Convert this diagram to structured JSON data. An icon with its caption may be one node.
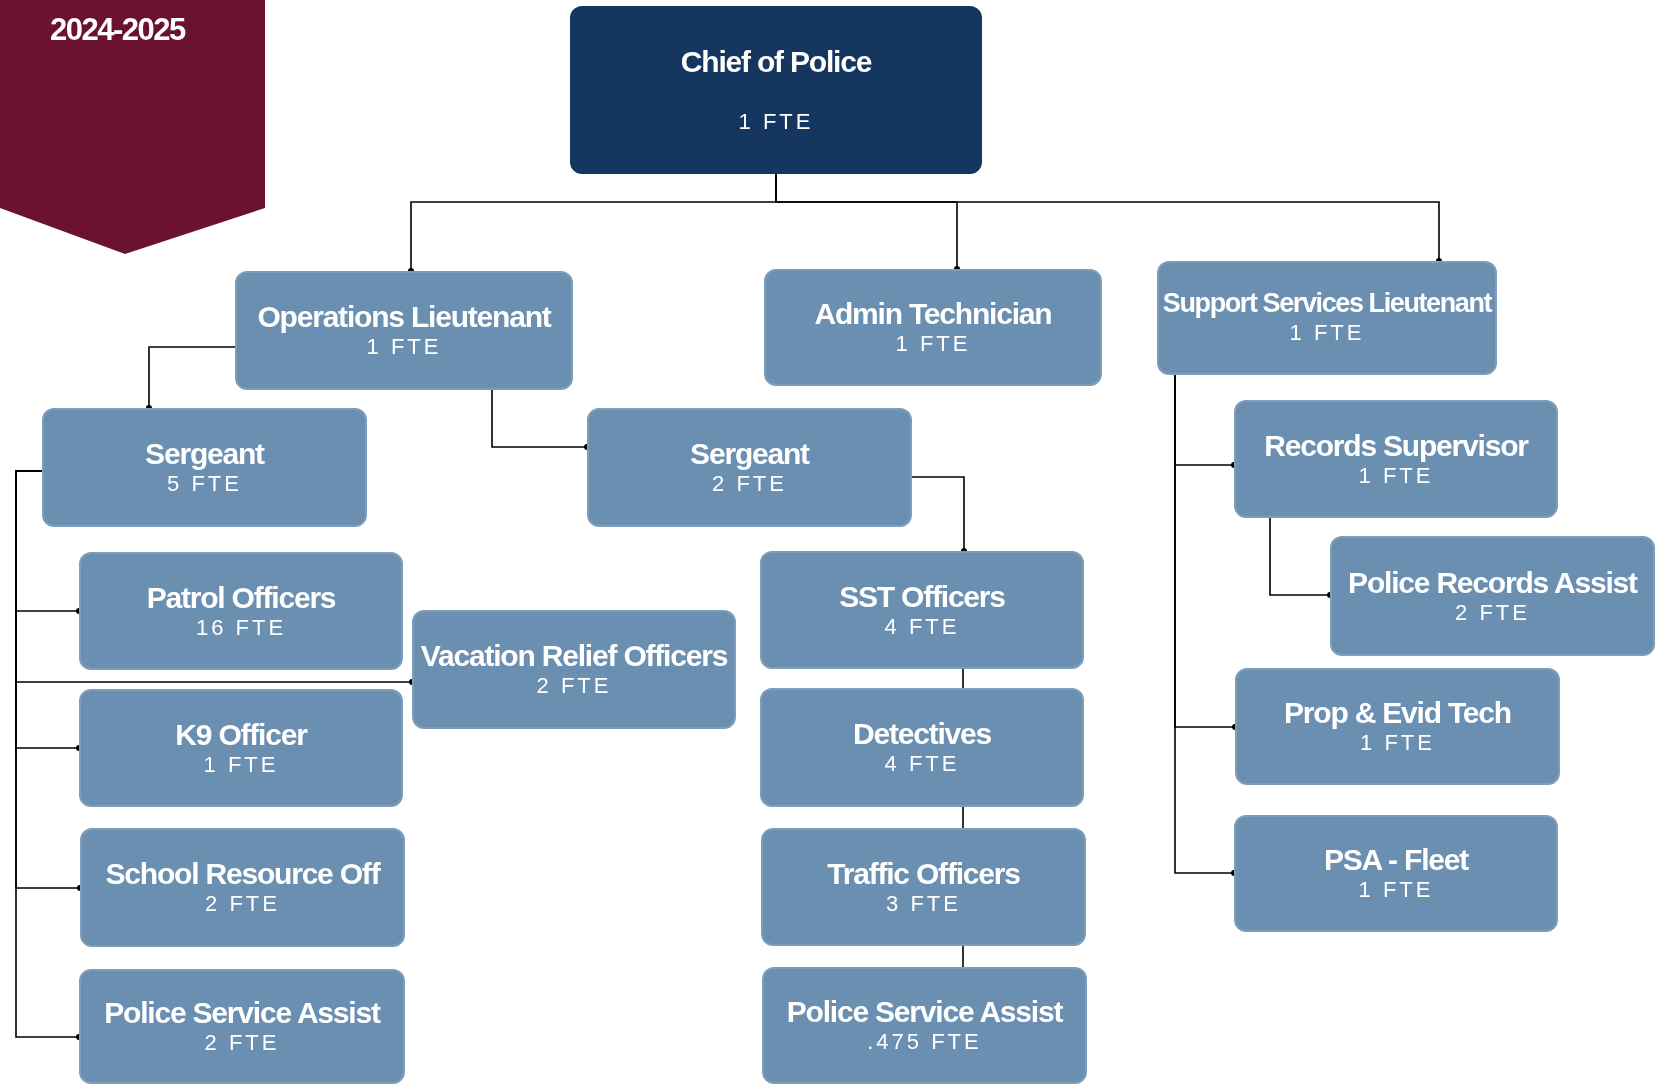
{
  "diagram": {
    "nodes": [
      {
        "text": [
          "Chief of Police",
          "1 FTE"
        ]
      },
      {
        "text": [
          "Operations Lieutenant",
          "1 FTE"
        ]
      },
      {
        "text": [
          "Admin Technician",
          "1 FTE"
        ]
      },
      {
        "text": [
          "Support Services Lieutenant",
          "1 FTE"
        ]
      },
      {
        "text": [
          "Sergeant",
          "5 FTE"
        ]
      },
      {
        "text": [
          "Sergeant",
          "2 FTE"
        ]
      },
      {
        "text": [
          "Records Supervisor",
          "1 FTE"
        ]
      },
      {
        "text": [
          "Police Records Assist",
          "2 FTE"
        ]
      },
      {
        "text": [
          "Patrol Officers",
          "16 FTE"
        ]
      },
      {
        "text": [
          "Vacation Relief Officers",
          "2 FTE"
        ]
      },
      {
        "text": [
          "SST Officers",
          "4 FTE"
        ]
      },
      {
        "text": [
          "Prop & Evid Tech",
          "1 FTE"
        ]
      },
      {
        "text": [
          "K9 Officer",
          "1 FTE"
        ]
      },
      {
        "text": [
          "Detectives",
          "4 FTE"
        ]
      },
      {
        "text": [
          "PSA - Fleet",
          "1 FTE"
        ]
      },
      {
        "text": [
          "School Resource Off",
          "2 FTE"
        ]
      },
      {
        "text": [
          "Traffic Officers",
          "3 FTE"
        ]
      },
      {
        "text": [
          "Police Service Assist",
          "2 FTE"
        ]
      },
      {
        "text": [
          "Police Service Assist",
          ".475 FTE"
        ]
      }
    ],
    "edges": [
      {
        "from": 0,
        "to": 1,
        "arrow": "other"
      },
      {
        "from": 0,
        "to": 2,
        "arrow": "other"
      },
      {
        "from": 0,
        "to": 3,
        "arrow": "other"
      },
      {
        "from": 1,
        "to": 4,
        "arrow": "other"
      },
      {
        "from": 1,
        "to": 5,
        "arrow": "other"
      },
      {
        "from": 4,
        "to": 8,
        "arrow": "other"
      },
      {
        "from": 4,
        "to": 9,
        "arrow": "other"
      },
      {
        "from": 4,
        "to": 12,
        "arrow": "other"
      },
      {
        "from": 4,
        "to": 15,
        "arrow": "other"
      },
      {
        "from": 4,
        "to": 17,
        "arrow": "other"
      },
      {
        "from": 5,
        "to": 10,
        "arrow": "other"
      },
      {
        "from": 10,
        "to": 13,
        "arrow": "none"
      },
      {
        "from": 13,
        "to": 16,
        "arrow": "none"
      },
      {
        "from": 16,
        "to": 18,
        "arrow": "none"
      },
      {
        "from": 3,
        "to": 6,
        "arrow": "other"
      },
      {
        "from": 6,
        "to": 7,
        "arrow": "other"
      },
      {
        "from": 3,
        "to": 11,
        "arrow": "other"
      },
      {
        "from": 3,
        "to": 14,
        "arrow": "other"
      }
    ],
    "labels": [
      "2024-2025"
    ]
  }
}
